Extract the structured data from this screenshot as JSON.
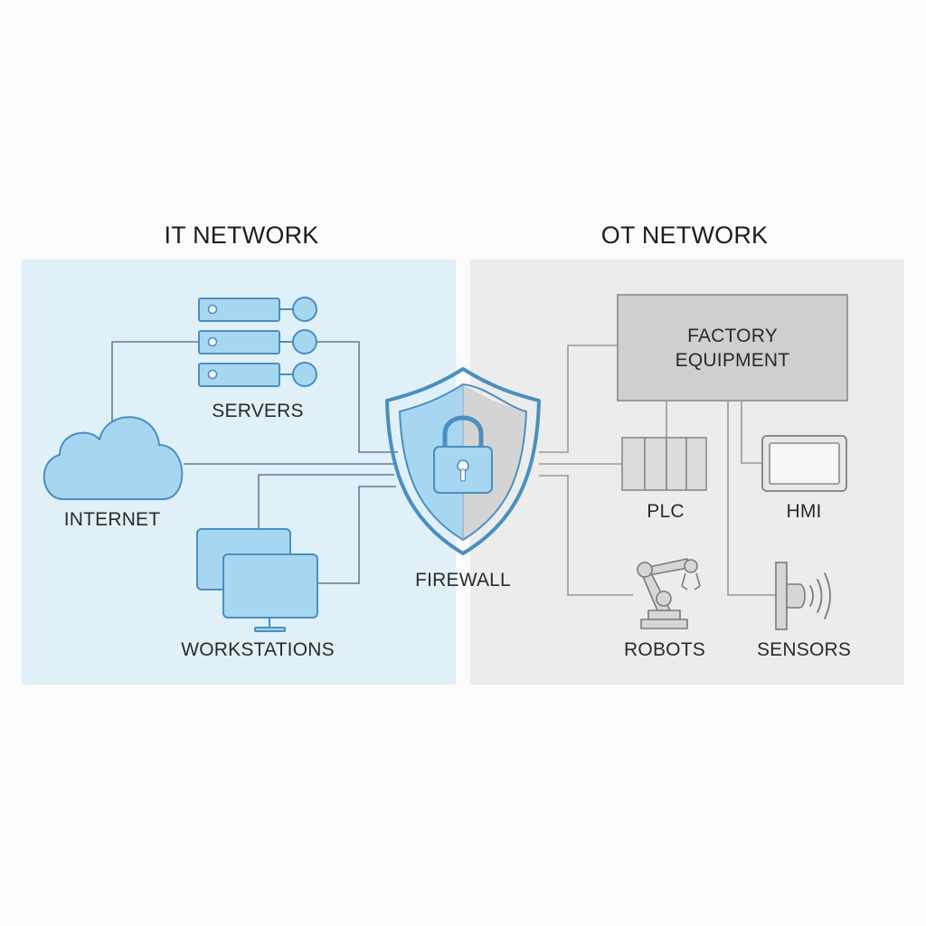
{
  "it_network": {
    "title": "IT NETWORK",
    "servers_label": "SERVERS",
    "internet_label": "INTERNET",
    "workstations_label": "WORKSTATIONS"
  },
  "ot_network": {
    "title": "OT NETWORK",
    "factory_equipment_label": [
      "FACTORY",
      "EQUIPMENT"
    ],
    "plc_label": "PLC",
    "hmi_label": "HMI",
    "robots_label": "ROBOTS",
    "sensors_label": "SENSORS"
  },
  "firewall": {
    "label": "FIREWALL"
  },
  "icons": [
    "server-rack-icon",
    "cloud-icon",
    "monitor-icon",
    "shield-icon",
    "padlock-icon",
    "plc-module-icon",
    "hmi-screen-icon",
    "robot-arm-icon",
    "sensor-icon"
  ],
  "colors": {
    "it_zone": "#e0f0f9",
    "ot_zone": "#ececec",
    "it_accent": "#a7d6f1",
    "it_stroke": "#4a8fbf",
    "ot_fill": "#d3d3d3",
    "ot_stroke": "#8a8a8a",
    "connector": "#5a7f99"
  }
}
